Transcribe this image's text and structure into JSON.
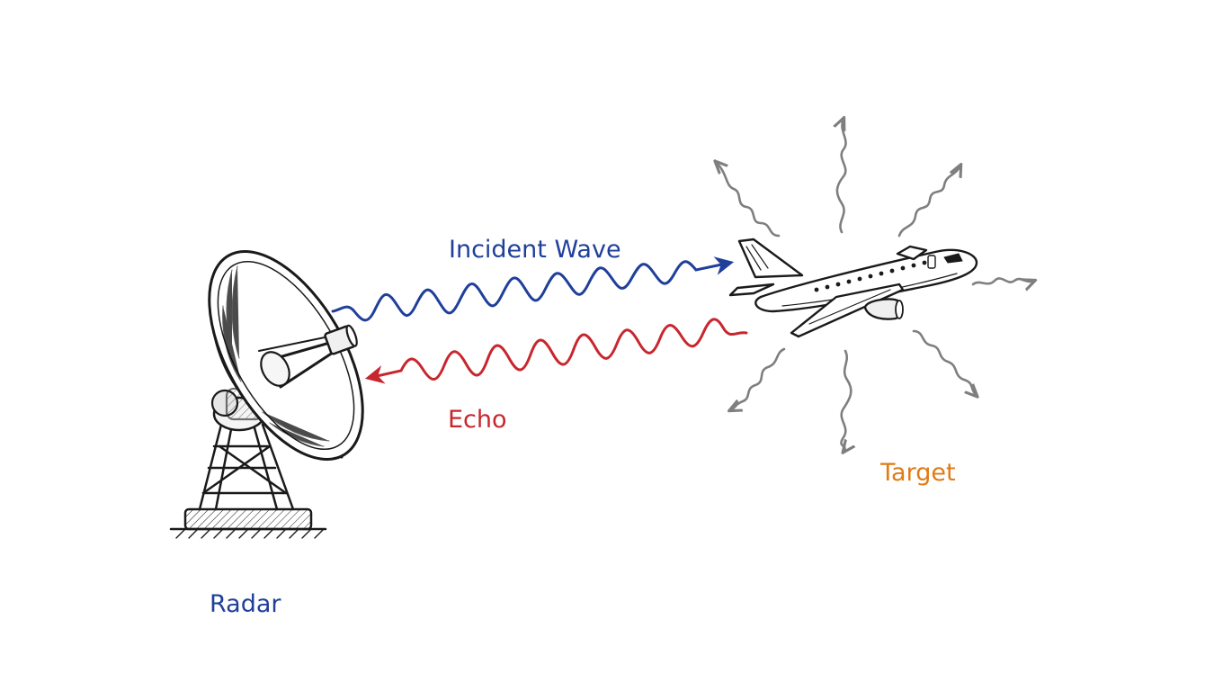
{
  "labels": {
    "incident_wave": "Incident Wave",
    "echo": "Echo",
    "target": "Target",
    "radar": "Radar"
  },
  "colors": {
    "incident_wave": "#1f3f9a",
    "echo": "#c8262d",
    "target": "#e07b16",
    "radar": "#1f3f9a",
    "scatter": "#7f7f7f",
    "ink": "#1a1a1a"
  },
  "icons": {
    "radar": "radar-dish-icon",
    "target": "airplane-icon"
  }
}
